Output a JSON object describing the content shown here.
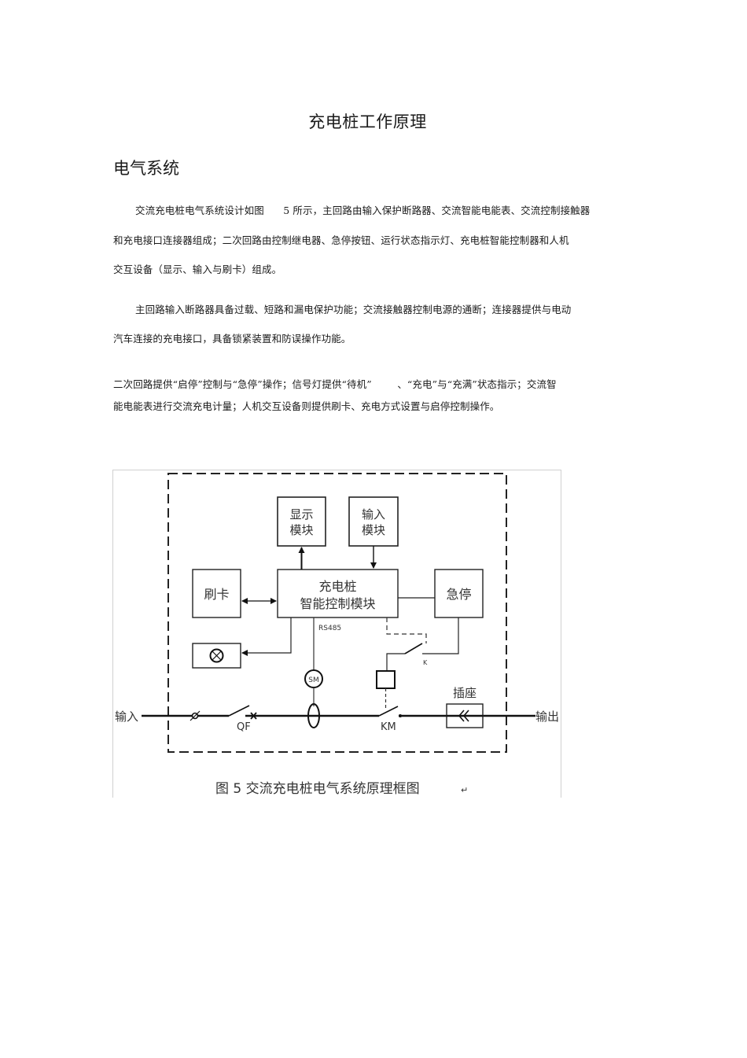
{
  "document": {
    "title": "充电桩工作原理",
    "section_heading": "电气系统",
    "paragraphs": [
      {
        "lines": [
          "交流充电桩电气系统设计如图      5 所示，主回路由输入保护断路器、交流智能电能表、交流控制接触器",
          "和充电接口连接器组成；二次回路由控制继电器、急停按钮、运行状态指示灯、充电桩智能控制器和人机",
          "交互设备（显示、输入与刷卡）组成。"
        ]
      },
      {
        "lines": [
          "主回路输入断路器具备过载、短路和漏电保护功能；交流接触器控制电源的通断；连接器提供与电动",
          "汽车连接的充电接口，具备锁紧装置和防误操作功能。"
        ]
      },
      {
        "lines": [
          "二次回路提供“启停”控制与“急停”操作；信号灯提供“待机”        、“充电”与“充满”状态指示；交流智",
          "能电能表进行交流充电计量；人机交互设备则提供刷卡、充电方式设置与启停控制操作。"
        ]
      }
    ]
  },
  "figure": {
    "blocks": {
      "display_module": [
        "显示",
        "模块"
      ],
      "input_module": [
        "输入",
        "模块"
      ],
      "card_reader": "刷卡",
      "controller": [
        "充电桩",
        "智能控制模块"
      ],
      "emergency_stop": "急停",
      "indicator_lamp": "⊗",
      "socket": "插座",
      "socket_symbol": "≪"
    },
    "labels": {
      "input": "输入",
      "output": "输出",
      "breaker": "QF",
      "contactor": "KM",
      "relay_contact": "K",
      "meter": "SM",
      "bus": "RS485"
    },
    "caption": "图 5  交流充电桩电气系统原理框图",
    "caption_mark": "↵"
  }
}
